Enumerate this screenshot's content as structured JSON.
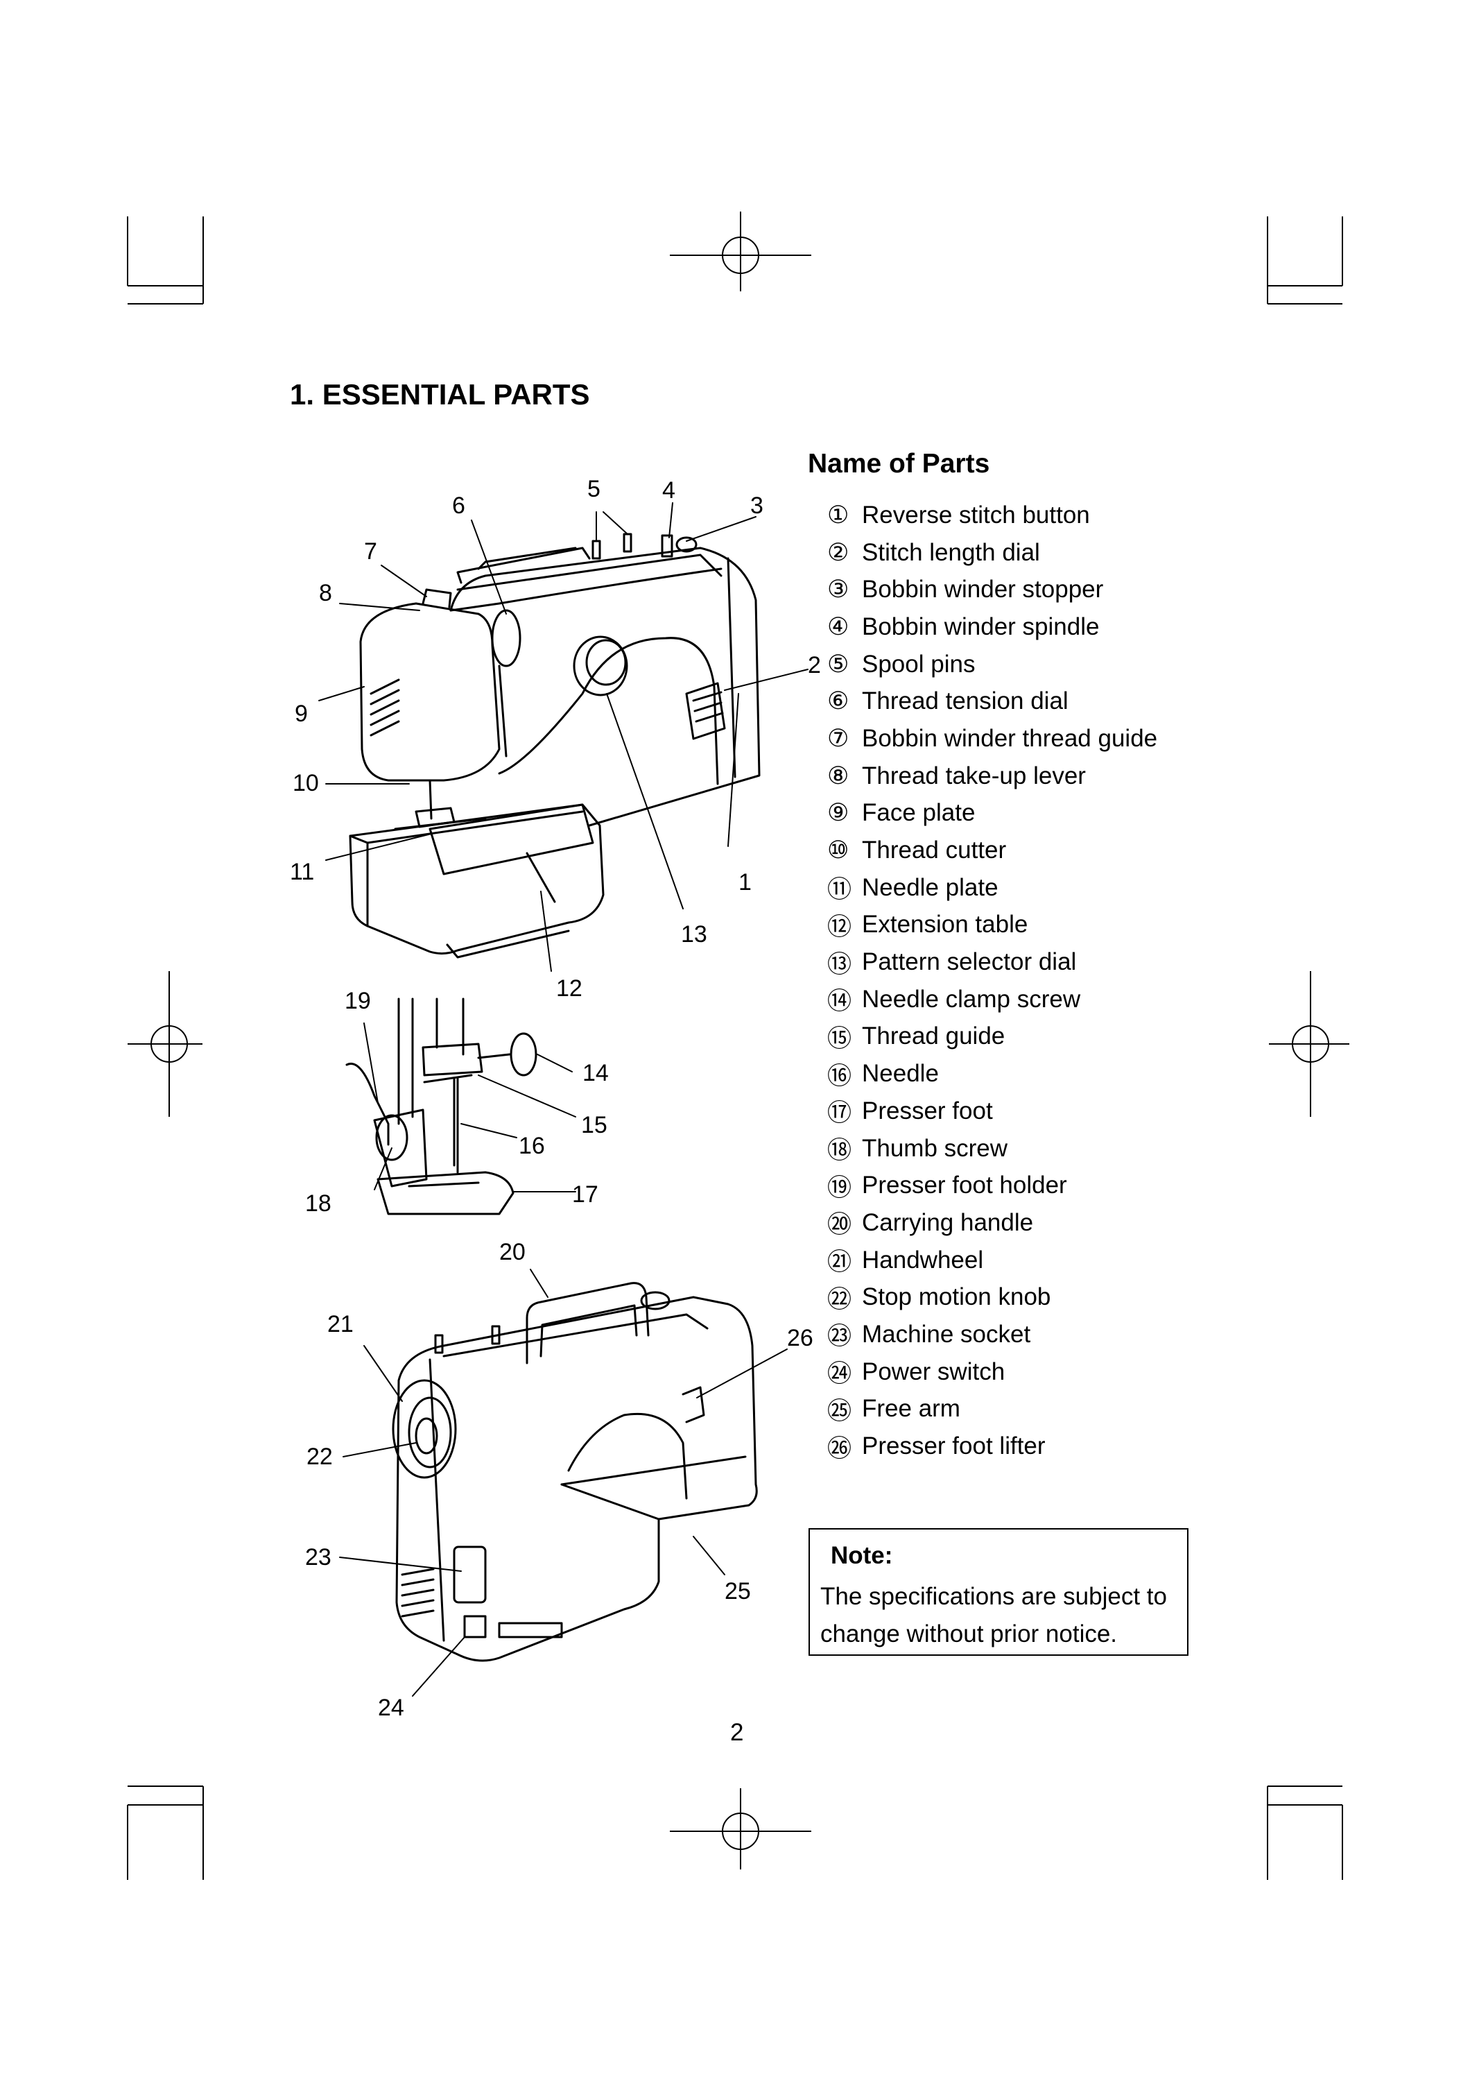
{
  "page": {
    "title": "1. ESSENTIAL PARTS",
    "page_number": "2"
  },
  "parts_section": {
    "heading": "Name of Parts",
    "items": [
      {
        "num": "①",
        "label": "Reverse stitch button"
      },
      {
        "num": "②",
        "label": "Stitch length dial"
      },
      {
        "num": "③",
        "label": "Bobbin winder stopper"
      },
      {
        "num": "④",
        "label": "Bobbin winder spindle"
      },
      {
        "num": "⑤",
        "label": "Spool pins"
      },
      {
        "num": "⑥",
        "label": "Thread tension dial"
      },
      {
        "num": "⑦",
        "label": "Bobbin winder thread guide"
      },
      {
        "num": "⑧",
        "label": "Thread take-up lever"
      },
      {
        "num": "⑨",
        "label": "Face plate"
      },
      {
        "num": "⑩",
        "label": "Thread cutter"
      },
      {
        "num": "⑪",
        "label": "Needle plate"
      },
      {
        "num": "⑫",
        "label": "Extension table"
      },
      {
        "num": "⑬",
        "label": "Pattern selector dial"
      },
      {
        "num": "⑭",
        "label": "Needle clamp screw"
      },
      {
        "num": "⑮",
        "label": "Thread guide"
      },
      {
        "num": "⑯",
        "label": "Needle"
      },
      {
        "num": "⑰",
        "label": "Presser foot"
      },
      {
        "num": "⑱",
        "label": "Thumb screw"
      },
      {
        "num": "⑲",
        "label": "Presser foot holder"
      },
      {
        "num": "⑳",
        "label": "Carrying handle"
      },
      {
        "num": "㉑",
        "label": "Handwheel"
      },
      {
        "num": "㉒",
        "label": "Stop motion knob"
      },
      {
        "num": "㉓",
        "label": "Machine socket"
      },
      {
        "num": "㉔",
        "label": "Power switch"
      },
      {
        "num": "㉕",
        "label": "Free arm"
      },
      {
        "num": "㉖",
        "label": "Presser foot lifter"
      }
    ]
  },
  "note": {
    "title": "Note:",
    "text": "The specifications are subject to change without prior notice."
  },
  "callouts": [
    "1",
    "2",
    "3",
    "4",
    "5",
    "6",
    "7",
    "8",
    "9",
    "10",
    "11",
    "12",
    "13",
    "14",
    "15",
    "16",
    "17",
    "18",
    "19",
    "20",
    "21",
    "22",
    "23",
    "24",
    "25",
    "26"
  ]
}
